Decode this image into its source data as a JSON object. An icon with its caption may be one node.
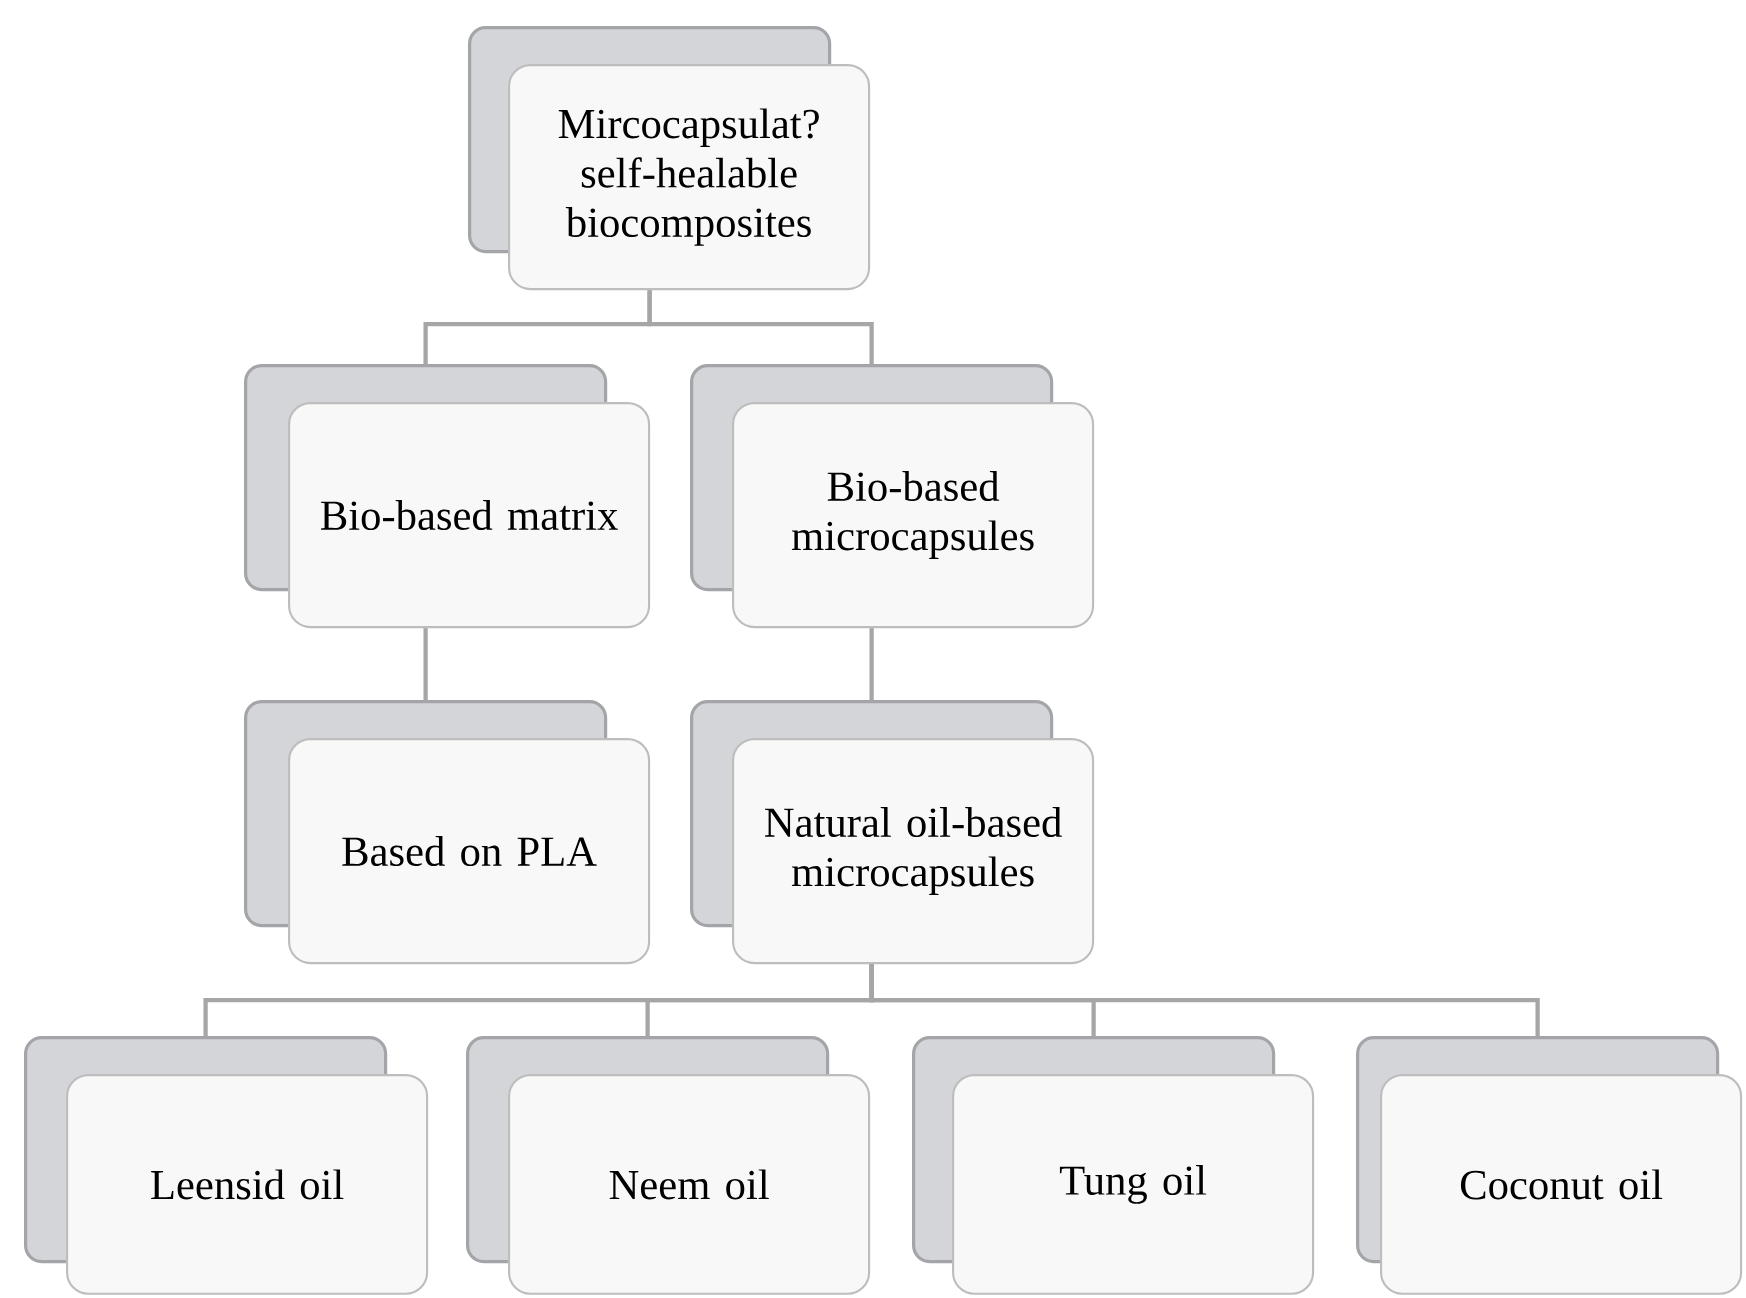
{
  "diagram": {
    "nodes": [
      {
        "text": [
          "Mircocapsulat? self-healable biocomposites"
        ]
      },
      {
        "text": [
          "Bio-based matrix"
        ]
      },
      {
        "text": [
          "Bio-based microcapsules"
        ]
      },
      {
        "text": [
          "Based on PLA"
        ]
      },
      {
        "text": [
          "Natural oil-based microcapsules"
        ]
      },
      {
        "text": [
          "Leensid oil"
        ]
      },
      {
        "text": [
          "Neem oil"
        ]
      },
      {
        "text": [
          "Tung oil"
        ]
      },
      {
        "text": [
          "Coconut oil"
        ]
      }
    ],
    "edges": [
      {
        "from": 0,
        "to": 1,
        "arrow": "none"
      },
      {
        "from": 0,
        "to": 2,
        "arrow": "none"
      },
      {
        "from": 1,
        "to": 3,
        "arrow": "none"
      },
      {
        "from": 2,
        "to": 4,
        "arrow": "none"
      },
      {
        "from": 4,
        "to": 5,
        "arrow": "none"
      },
      {
        "from": 4,
        "to": 6,
        "arrow": "none"
      },
      {
        "from": 4,
        "to": 7,
        "arrow": "none"
      },
      {
        "from": 4,
        "to": 8,
        "arrow": "none"
      }
    ]
  }
}
